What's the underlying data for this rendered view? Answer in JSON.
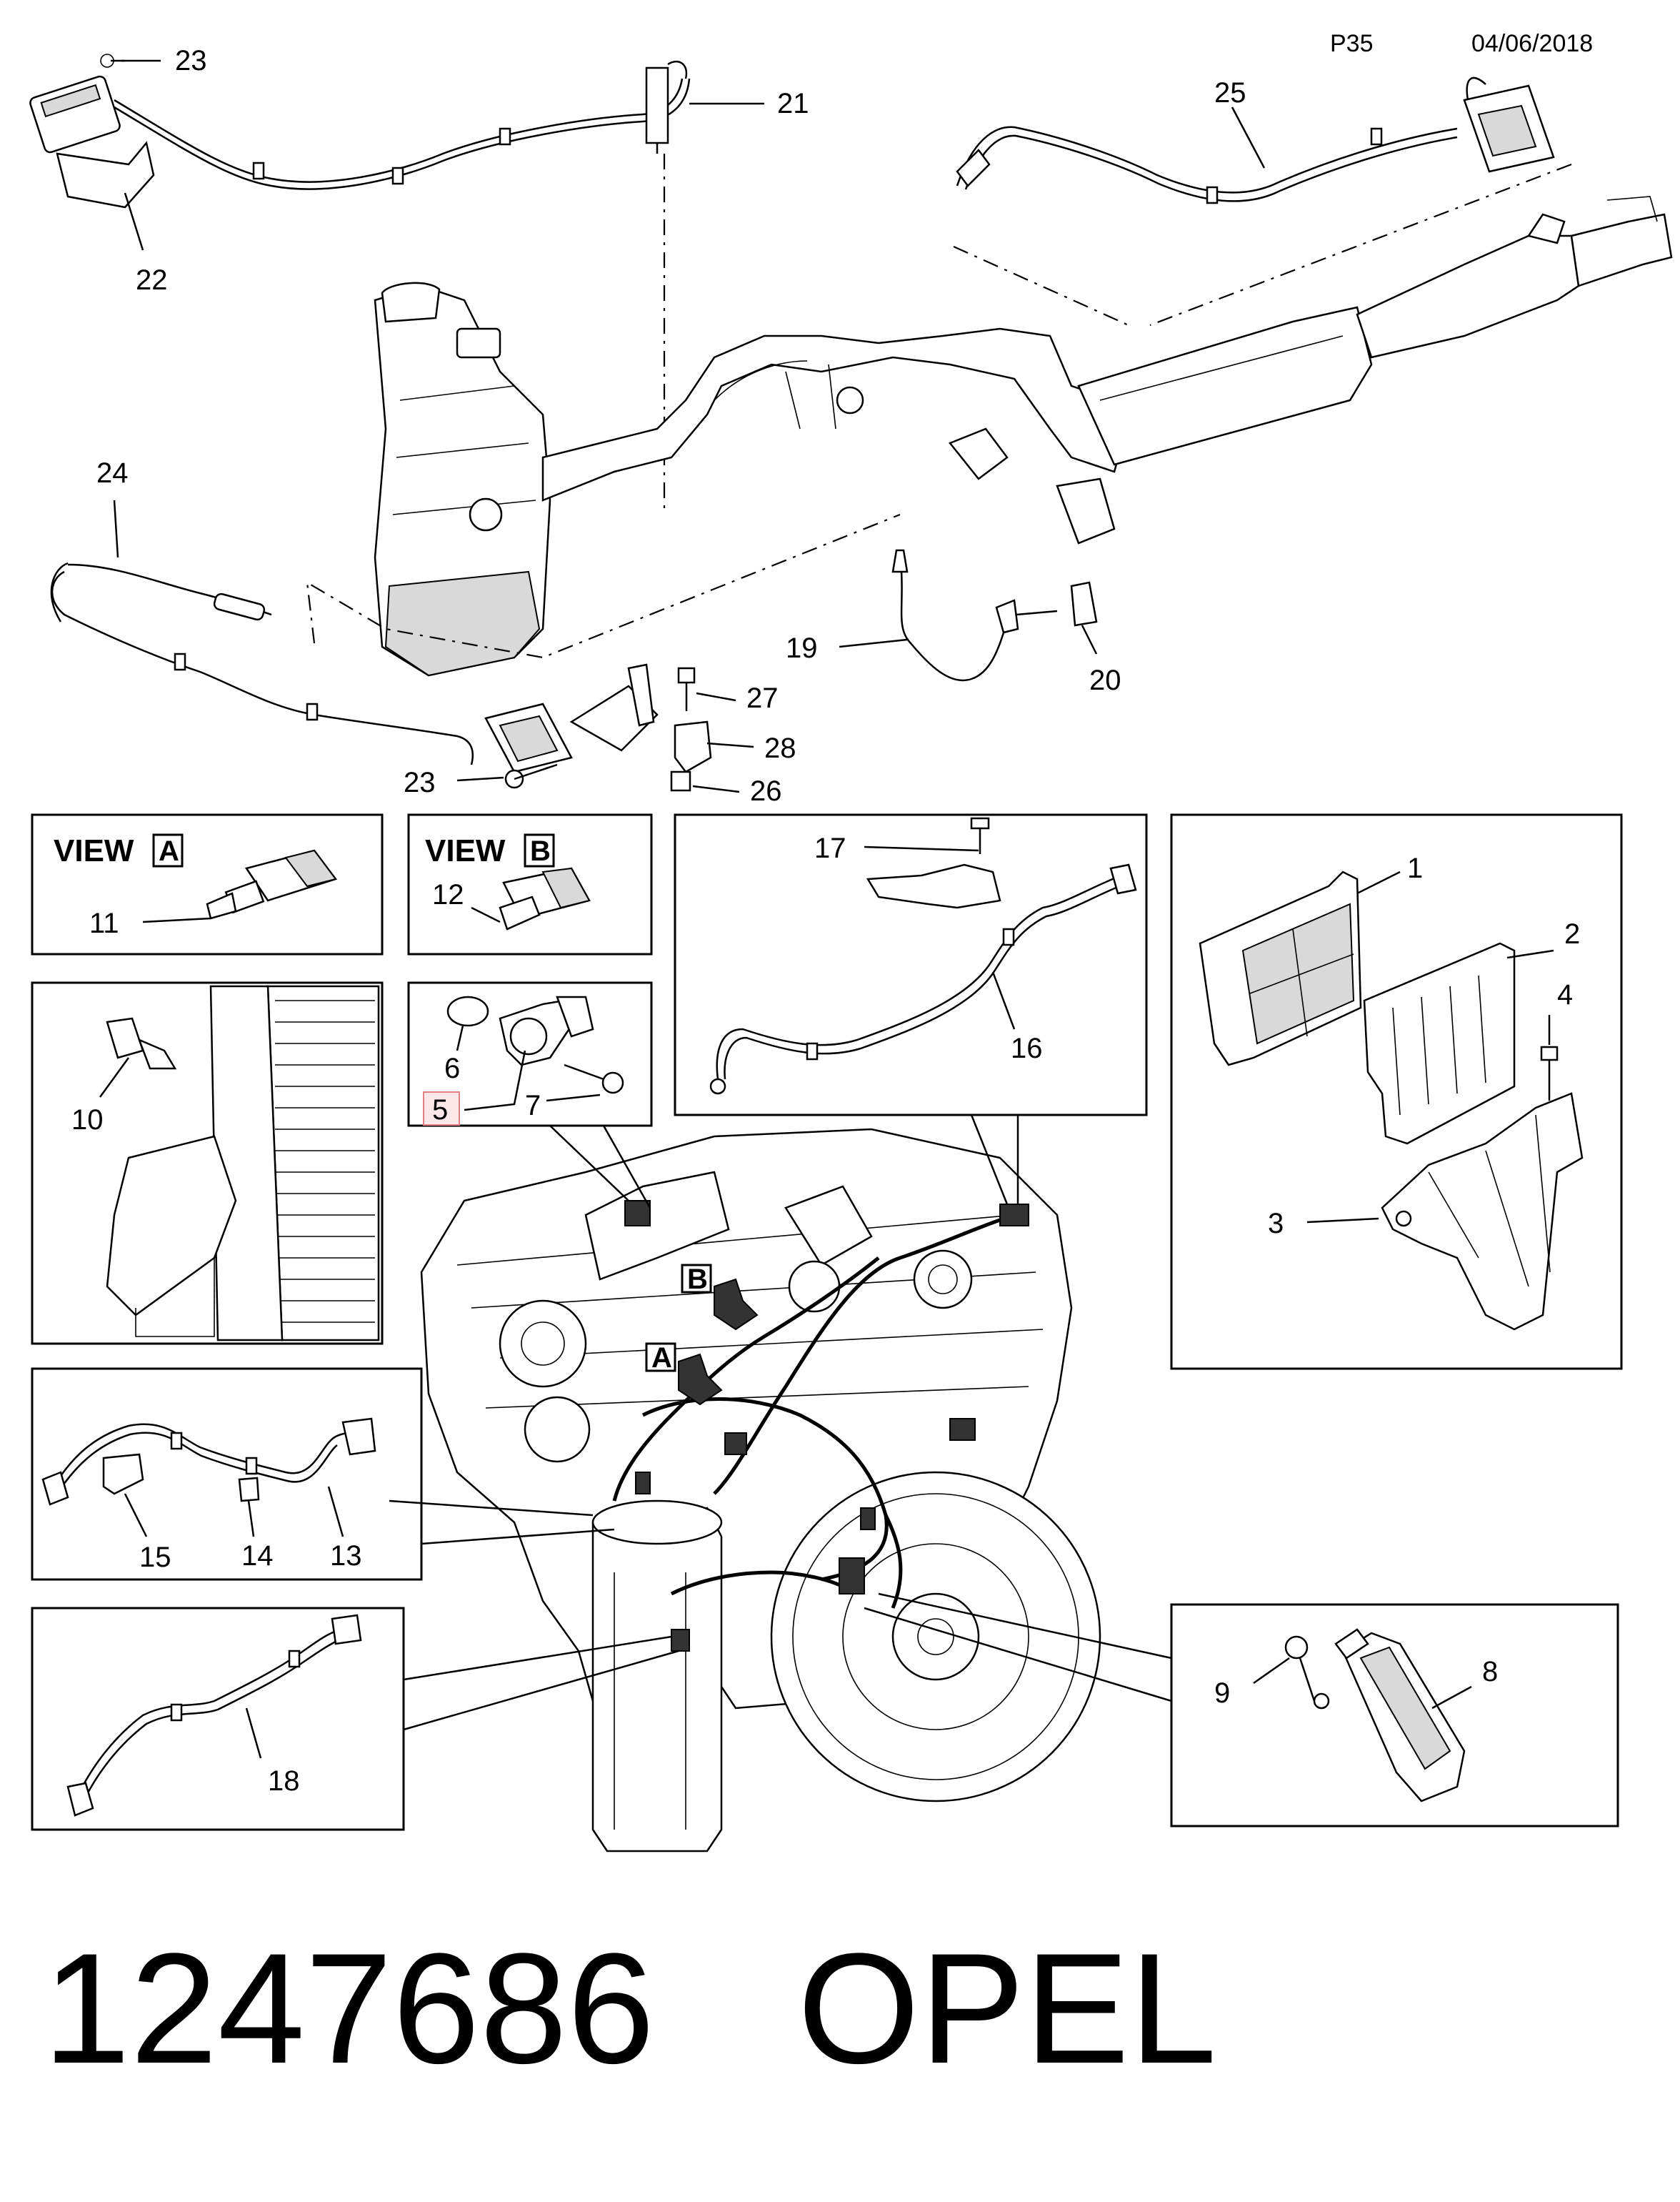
{
  "header": {
    "page_code": "P35",
    "date": "04/06/2018"
  },
  "views": {
    "a": {
      "title": "VIEW",
      "letter": "A"
    },
    "b": {
      "title": "VIEW",
      "letter": "B"
    }
  },
  "callouts": {
    "n1": "1",
    "n2": "2",
    "n3": "3",
    "n4": "4",
    "n5": "5",
    "n6": "6",
    "n7": "7",
    "n8": "8",
    "n9": "9",
    "n10": "10",
    "n11": "11",
    "n12": "12",
    "n13": "13",
    "n14": "14",
    "n15": "15",
    "n16": "16",
    "n17": "17",
    "n18": "18",
    "n19": "19",
    "n20": "20",
    "n21": "21",
    "n22": "22",
    "n23a": "23",
    "n23b": "23",
    "n24": "24",
    "n25": "25",
    "n26": "26",
    "n27": "27",
    "n28": "28"
  },
  "engine_markers": {
    "a": "A",
    "b": "B"
  },
  "footer": {
    "part_number": "1247686",
    "brand": "OPEL"
  }
}
